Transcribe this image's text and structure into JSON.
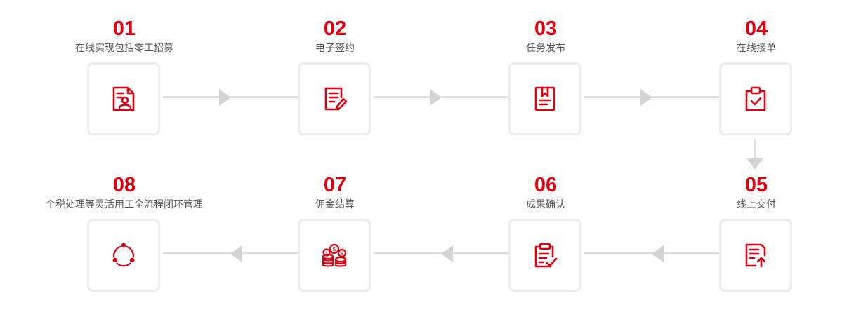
{
  "accent_color": "#e1000f",
  "steps": [
    {
      "number": "01",
      "label": "在线实现包括零工招募",
      "icon": "profile-document-icon"
    },
    {
      "number": "02",
      "label": "电子签约",
      "icon": "document-pen-icon"
    },
    {
      "number": "03",
      "label": "任务发布",
      "icon": "bookmark-document-icon"
    },
    {
      "number": "04",
      "label": "在线接单",
      "icon": "clipboard-check-icon"
    },
    {
      "number": "05",
      "label": "线上交付",
      "icon": "document-upload-icon"
    },
    {
      "number": "06",
      "label": "成果确认",
      "icon": "clipboard-list-check-icon"
    },
    {
      "number": "07",
      "label": "佣金结算",
      "icon": "coin-stack-icon"
    },
    {
      "number": "08",
      "label": "个税处理等灵活用工全流程闭环管理",
      "icon": "closed-loop-icon"
    }
  ]
}
